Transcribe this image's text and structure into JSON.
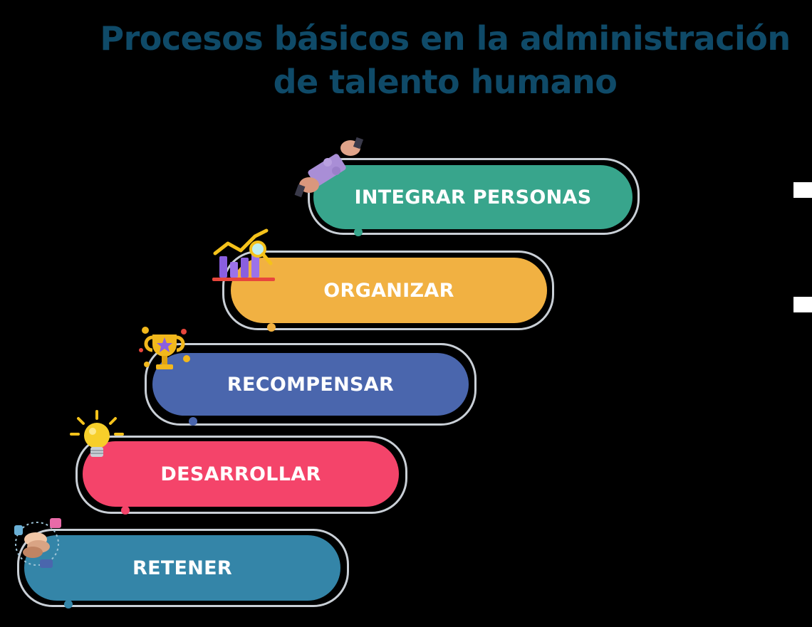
{
  "title": {
    "line1": "Procesos básicos en la administración",
    "line2": "de talento humano"
  },
  "steps": [
    {
      "label": "INTEGRAR PERSONAS",
      "color": "#38a58c",
      "icon": "handshake-puzzle-icon"
    },
    {
      "label": "ORGANIZAR",
      "color": "#f1b142",
      "icon": "bar-chart-magnifier-icon"
    },
    {
      "label": "RECOMPENSAR",
      "color": "#4a66ad",
      "icon": "trophy-icon"
    },
    {
      "label": "DESARROLLAR",
      "color": "#f4446a",
      "icon": "lightbulb-icon"
    },
    {
      "label": "RETENER",
      "color": "#3485a8",
      "icon": "teamwork-hands-icon"
    }
  ],
  "outline_color": "#c9cfd6"
}
